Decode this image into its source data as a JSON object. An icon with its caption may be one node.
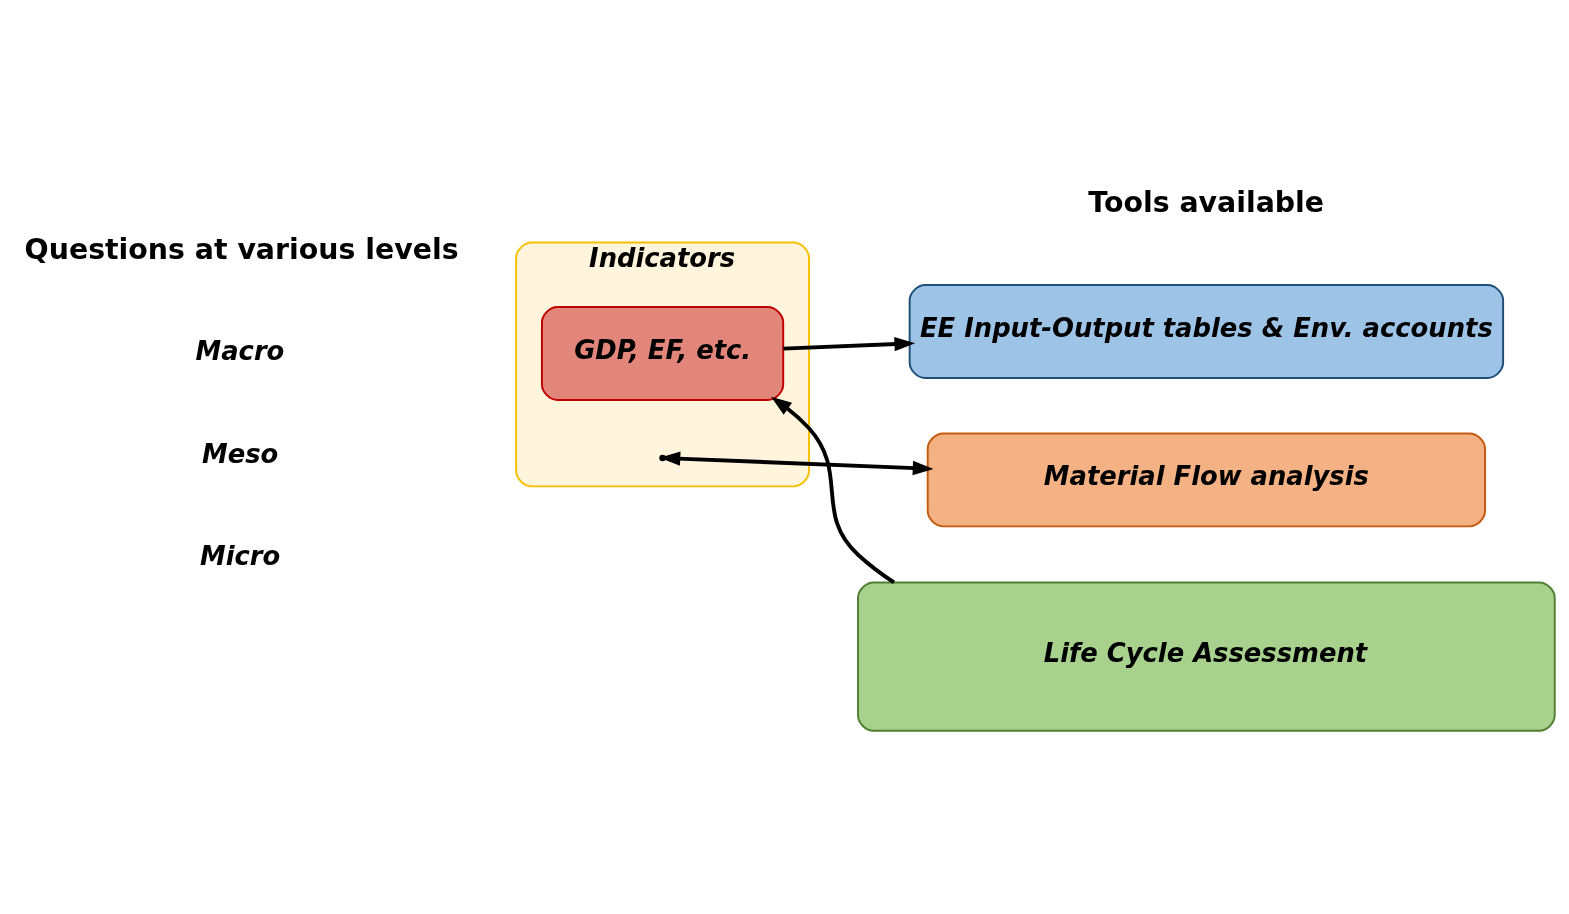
{
  "diagram": {
    "nodes": [
      {
        "text": [
          "Indicators"
        ]
      },
      {
        "text": [
          "GDP, EF, etc."
        ],
        "in": 0
      },
      {
        "text": [
          "EE Input-Output tables & Env. accounts"
        ]
      },
      {
        "text": [
          "Material Flow analysis"
        ]
      },
      {
        "text": [
          "Life Cycle Assessment"
        ]
      }
    ],
    "edges": [
      {
        "from": 1,
        "to": 2,
        "arrow": "to"
      },
      {
        "from": 4,
        "to": 1,
        "arrow": "to"
      },
      {
        "from": null,
        "to": 3,
        "arrow": "both"
      }
    ],
    "labels": [
      "Questions at various levels",
      "Tools available",
      "Macro",
      "Meso",
      "Micro"
    ]
  }
}
